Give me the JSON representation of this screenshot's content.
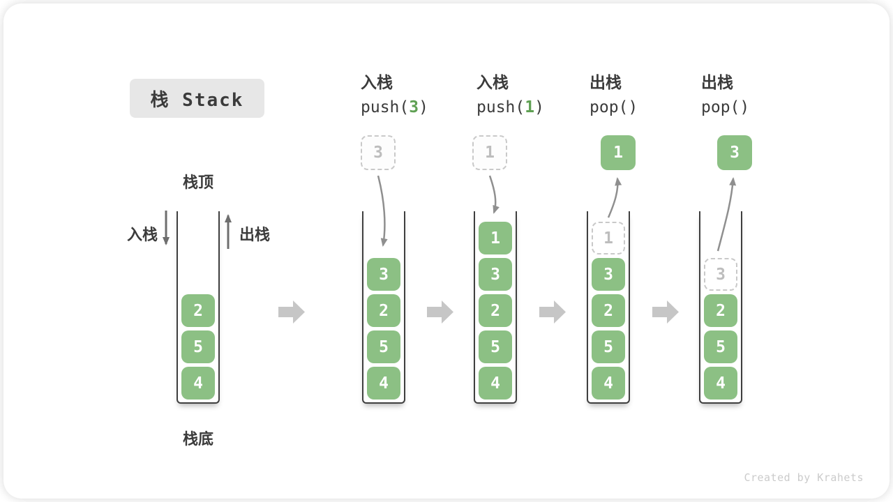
{
  "title": "栈 Stack",
  "watermark": "Created by Krahets",
  "labels": {
    "stack_top": "栈顶",
    "stack_bottom": "栈底",
    "push_side": "入栈",
    "pop_side": "出栈"
  },
  "colors": {
    "green_box": "#8CC084",
    "green_code": "#5FA053",
    "text_dark": "#3B3B3B",
    "wall": "#3F3F3F",
    "curved_arrow": "#8F8F8F",
    "side_arrow": "#6E6E6E",
    "block_arrow": "#C6C6C6",
    "dashed_border": "#C9C9C9",
    "dashed_text": "#BDBDBD",
    "title_bg": "#E7E7E7",
    "watermark_color": "#CBCBCB"
  },
  "stages": [
    {
      "name": "initial-stack",
      "header": null,
      "floating": null,
      "items": [
        {
          "value": "2",
          "style": "solid"
        },
        {
          "value": "5",
          "style": "solid"
        },
        {
          "value": "4",
          "style": "solid"
        }
      ]
    },
    {
      "name": "push-3",
      "header": {
        "label": "入栈",
        "code_pre": "push(",
        "code_arg": "3",
        "code_post": ")"
      },
      "floating": {
        "value": "3",
        "style": "dashed"
      },
      "items": [
        {
          "value": "3",
          "style": "solid"
        },
        {
          "value": "2",
          "style": "solid"
        },
        {
          "value": "5",
          "style": "solid"
        },
        {
          "value": "4",
          "style": "solid"
        }
      ]
    },
    {
      "name": "push-1",
      "header": {
        "label": "入栈",
        "code_pre": "push(",
        "code_arg": "1",
        "code_post": ")"
      },
      "floating": {
        "value": "1",
        "style": "dashed"
      },
      "items": [
        {
          "value": "1",
          "style": "solid"
        },
        {
          "value": "3",
          "style": "solid"
        },
        {
          "value": "2",
          "style": "solid"
        },
        {
          "value": "5",
          "style": "solid"
        },
        {
          "value": "4",
          "style": "solid"
        }
      ]
    },
    {
      "name": "pop-1",
      "header": {
        "label": "出栈",
        "code_pre": "pop()",
        "code_arg": "",
        "code_post": ""
      },
      "floating": {
        "value": "1",
        "style": "solid"
      },
      "items": [
        {
          "value": "1",
          "style": "dashed"
        },
        {
          "value": "3",
          "style": "solid"
        },
        {
          "value": "2",
          "style": "solid"
        },
        {
          "value": "5",
          "style": "solid"
        },
        {
          "value": "4",
          "style": "solid"
        }
      ]
    },
    {
      "name": "pop-3",
      "header": {
        "label": "出栈",
        "code_pre": "pop()",
        "code_arg": "",
        "code_post": ""
      },
      "floating": {
        "value": "3",
        "style": "solid"
      },
      "items": [
        {
          "value": "3",
          "style": "dashed"
        },
        {
          "value": "2",
          "style": "solid"
        },
        {
          "value": "5",
          "style": "solid"
        },
        {
          "value": "4",
          "style": "solid"
        }
      ]
    }
  ]
}
